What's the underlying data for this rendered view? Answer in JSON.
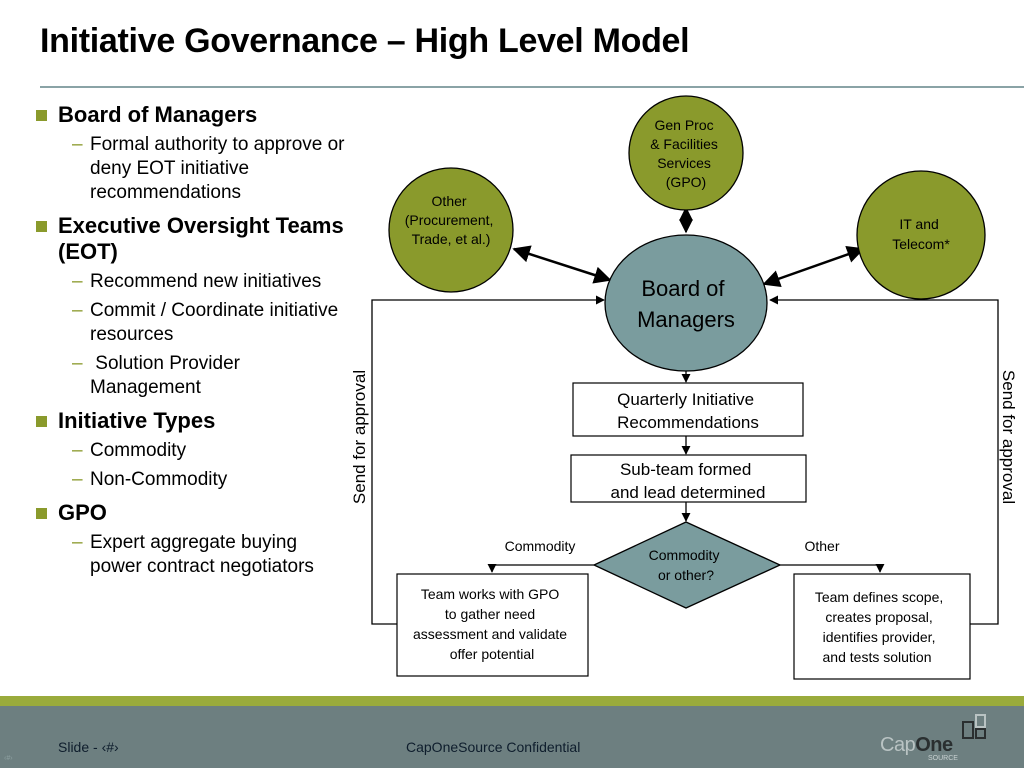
{
  "slide": {
    "title": "Initiative Governance – High Level Model"
  },
  "bullets": [
    {
      "heading": "Board of Managers",
      "subs": [
        "Formal authority to approve or deny EOT initiative recommendations"
      ]
    },
    {
      "heading": "Executive Oversight Teams (EOT)",
      "subs": [
        "Recommend new initiatives",
        "Commit / Coordinate initiative resources",
        " Solution Provider Management"
      ]
    },
    {
      "heading": "Initiative Types",
      "subs": [
        "Commodity",
        "Non-Commodity"
      ]
    },
    {
      "heading": "GPO",
      "subs": [
        "Expert aggregate buying power contract negotiators"
      ]
    }
  ],
  "bullet_marker": "–",
  "diagram": {
    "colors": {
      "olive": "#8a9a2c",
      "teal": "#7a9c9e",
      "outline": "#000000"
    },
    "gpo_node": [
      "Gen Proc",
      "& Facilities",
      "Services",
      "(GPO)"
    ],
    "other_node": [
      "Other",
      "(Procurement,",
      "Trade, et al.)"
    ],
    "it_node": [
      "IT and",
      "Telecom*"
    ],
    "board_node": [
      "Board of",
      "Managers"
    ],
    "quarterly_box": [
      "Quarterly Initiative",
      "Recommendations"
    ],
    "subteam_box": [
      "Sub-team formed",
      "and lead determined"
    ],
    "decision": [
      "Commodity",
      "or other?"
    ],
    "commodity_label": "Commodity",
    "other_label": "Other",
    "gpo_team_box": [
      "Team works with GPO",
      "to gather need",
      "assessment and validate",
      "offer potential"
    ],
    "other_team_box": [
      "Team defines scope,",
      "creates proposal,",
      "identifies provider,",
      "and tests solution"
    ],
    "send_left": "Send for approval",
    "send_right": "Send for approval"
  },
  "footer": {
    "slide_label": "Slide - ‹#›",
    "confidential": "CapOneSource Confidential",
    "logo_cap": "Cap",
    "logo_one": "One",
    "logo_source": "SOURCE",
    "corner_number": "‹#›"
  }
}
